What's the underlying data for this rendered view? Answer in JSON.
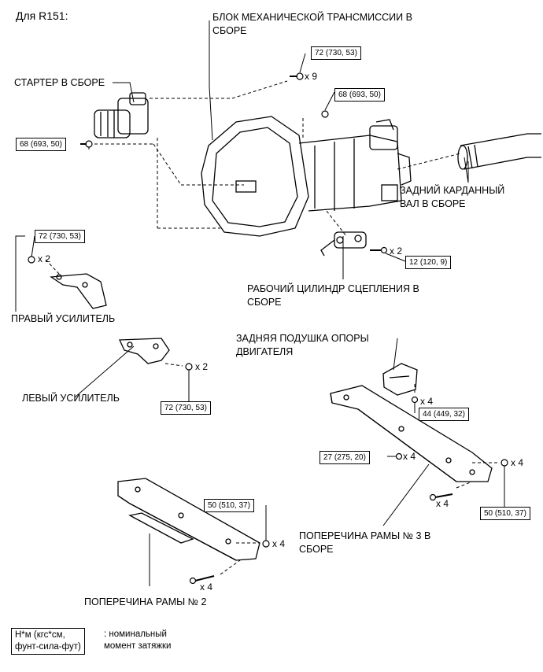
{
  "header": "Для R151:",
  "labels": {
    "transmission": [
      "БЛОК МЕХАНИЧЕСКОЙ ТРАНСМИССИИ В",
      "СБОРЕ"
    ],
    "starter": "СТАРТЕР В СБОРЕ",
    "rear_shaft": [
      "ЗАДНИЙ КАРДАННЫЙ",
      "ВАЛ В СБОРЕ"
    ],
    "clutch_cyl": [
      "РАБОЧИЙ ЦИЛИНДР СЦЕПЛЕНИЯ В",
      "СБОРЕ"
    ],
    "right_brace": "ПРАВЫЙ УСИЛИТЕЛЬ",
    "left_brace": "ЛЕВЫЙ УСИЛИТЕЛЬ",
    "rear_mount": [
      "ЗАДНЯЯ ПОДУШКА ОПОРЫ",
      "ДВИГАТЕЛЯ"
    ],
    "crossmember3": [
      "ПОПЕРЕЧИНА РАМЫ № 3 В",
      "СБОРЕ"
    ],
    "crossmember2": "ПОПЕРЕЧИНА РАМЫ № 2"
  },
  "torques": {
    "t_bolts9": "72 (730, 53)",
    "t_top": "68 (693, 50)",
    "t_starter": "68 (693, 50)",
    "t_right": "72 (730, 53)",
    "t_clutch": "12 (120, 9)",
    "t_left": "72 (730, 53)",
    "t_mount": "44 (449, 32)",
    "t_cm3_left": "27 (275, 20)",
    "t_cm3_right": "50 (510, 37)",
    "t_cm2": "50 (510, 37)"
  },
  "multipliers": {
    "m_bolts9": "x 9",
    "m_right": "x 2",
    "m_clutch": "x 2",
    "m_left": "x 2",
    "m_mount": "x 4",
    "m_cm3_left": "x 4",
    "m_cm3_right": "x 4",
    "m_cm3_bottom": "x 4",
    "m_cm2_right": "x 4",
    "m_cm2_bottom": "x 4"
  },
  "legend": {
    "box": [
      "Н*м (кгс*см,",
      "фунт-сила-фут)"
    ],
    "text": [
      ": номинальный",
      "момент затяжки"
    ]
  }
}
